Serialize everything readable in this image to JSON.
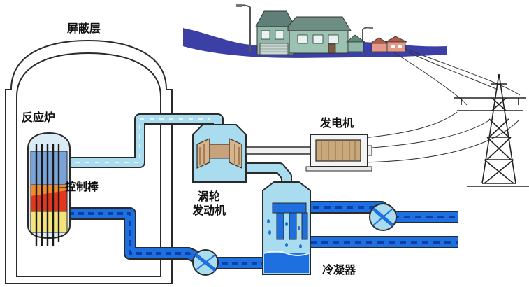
{
  "labels": {
    "containment": "屏蔽层",
    "reactor": "反应炉",
    "control_rods": "控制棒",
    "turbine_line1": "涡轮",
    "turbine_line2": "发动机",
    "generator": "发电机",
    "condenser": "冷凝器"
  },
  "colors": {
    "steam_light": "#a9dcef",
    "water_blue": "#1e6fe0",
    "water_dash": "#0b3fa8",
    "outline": "#2a2a2a",
    "ground": "#3b3fa6",
    "house_green": "#5f9a8a",
    "core_red": "#e2371f",
    "core_yellow": "#f4e27a"
  }
}
